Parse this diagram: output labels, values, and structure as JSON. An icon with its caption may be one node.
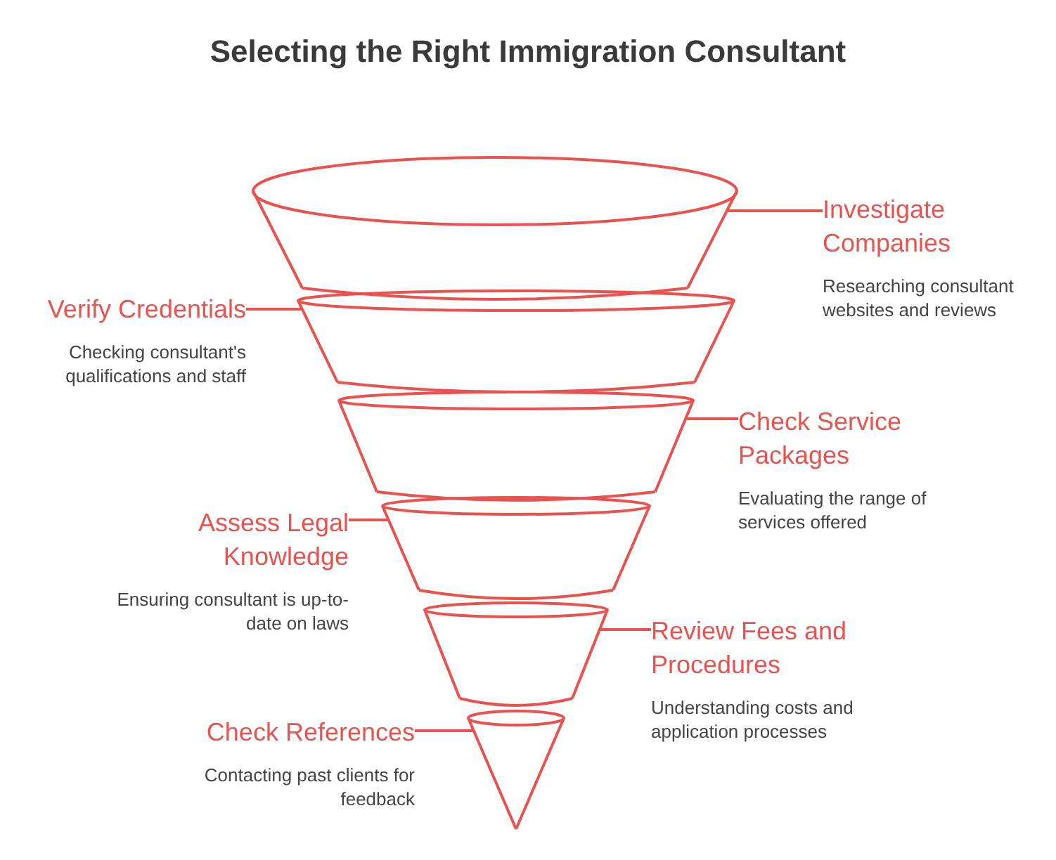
{
  "diagram": {
    "title": "Selecting the Right Immigration Consultant",
    "nodes": [
      {
        "text": [],
        "shape": "band"
      },
      {
        "text": [],
        "shape": "band"
      },
      {
        "text": [],
        "shape": "band"
      },
      {
        "text": [],
        "shape": "band"
      },
      {
        "text": [],
        "shape": "band"
      },
      {
        "text": [],
        "shape": "band"
      },
      {
        "text": [
          "Investigate Companies",
          "Researching consultant websites and reviews"
        ]
      },
      {
        "text": [
          "Verify Credentials",
          "Checking consultant's qualifications and staff"
        ]
      },
      {
        "text": [
          "Check Service Packages",
          "Evaluating the range of services offered"
        ]
      },
      {
        "text": [
          "Assess Legal Knowledge",
          "Ensuring consultant is up-to-date on laws"
        ]
      },
      {
        "text": [
          "Review Fees and Procedures",
          "Understanding costs and application processes"
        ]
      },
      {
        "text": [
          "Check References",
          "Contacting past clients for feedback"
        ]
      }
    ],
    "edges": [
      {
        "from": 6,
        "to": 0,
        "arrow": "none"
      },
      {
        "from": 7,
        "to": 1,
        "arrow": "none"
      },
      {
        "from": 8,
        "to": 2,
        "arrow": "none"
      },
      {
        "from": 9,
        "to": 3,
        "arrow": "none"
      },
      {
        "from": 10,
        "to": 4,
        "arrow": "none"
      },
      {
        "from": 11,
        "to": 5,
        "arrow": "none"
      }
    ]
  }
}
